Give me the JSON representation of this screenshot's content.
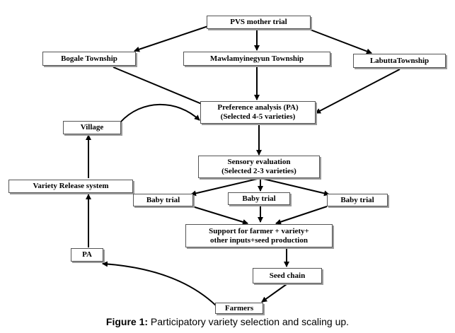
{
  "nodes": {
    "pvs_mother_trial": "PVS mother trial",
    "bogale": "Bogale Township",
    "mawlamyinegyun": "Mawlamyinegyun Township",
    "labutta": "LabuttaTownship",
    "preference_analysis": [
      "Preference analysis (PA)",
      "(Selected 4-5 varieties)"
    ],
    "village": "Village",
    "sensory_evaluation": [
      "Sensory evaluation",
      "(Selected 2-3 varieties)"
    ],
    "variety_release": "Variety Release system",
    "baby_trial_left": "Baby trial",
    "baby_trial_middle": "Baby trial",
    "baby_trial_right": "Baby trial",
    "support": [
      "Support for farmer + variety+",
      "other inputs+seed production"
    ],
    "pa": "PA",
    "seed_chain": "Seed chain",
    "farmers": "Farmers"
  },
  "caption": {
    "label": "Figure 1:",
    "text": " Participatory variety selection and scaling up."
  }
}
